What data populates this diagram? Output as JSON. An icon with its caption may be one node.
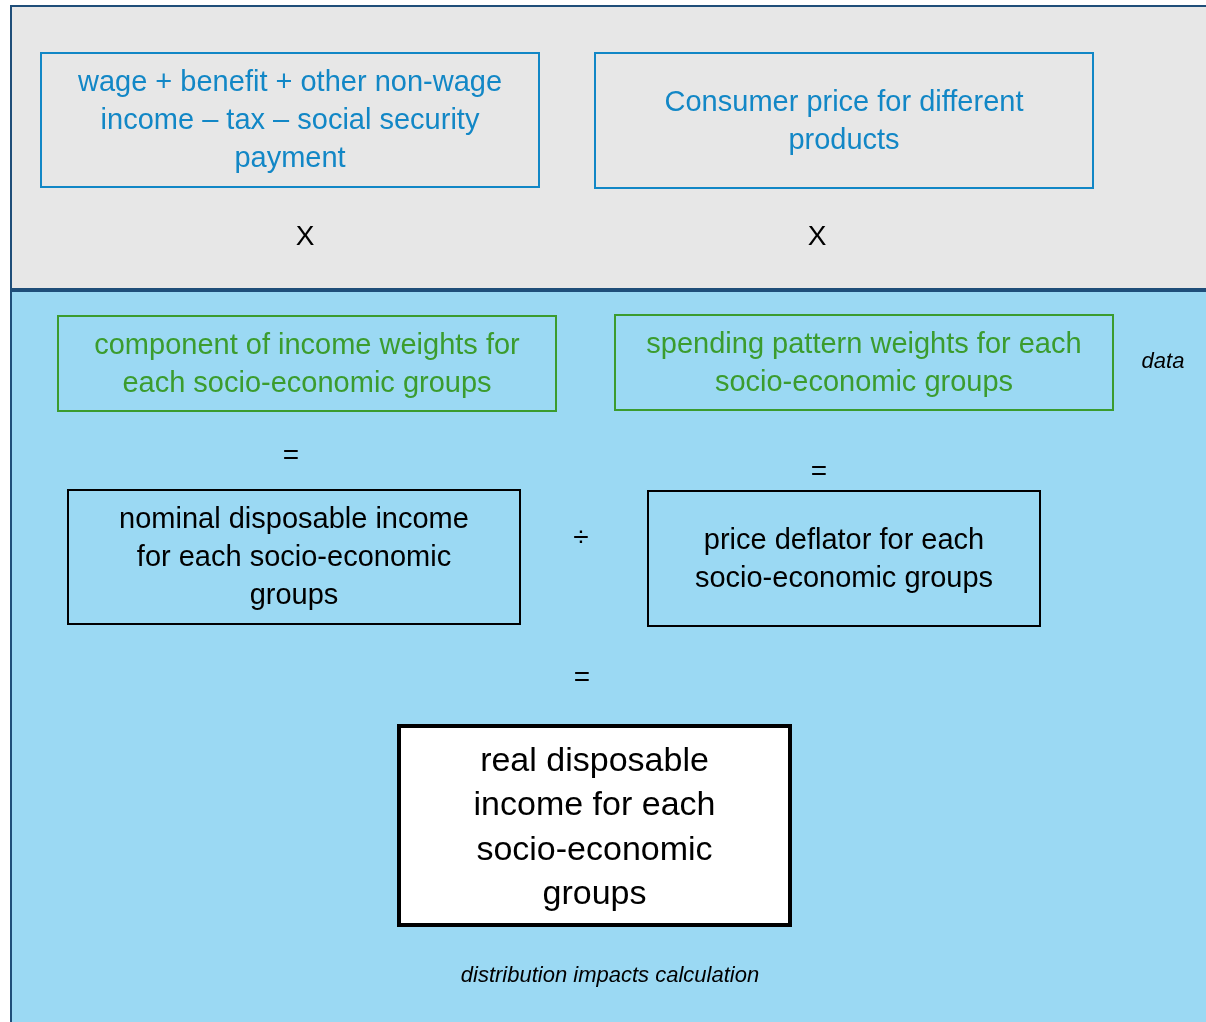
{
  "diagram": {
    "nodes": [
      {
        "text": [],
        "shape": "box"
      },
      {
        "text": [
          "wage + benefit + other non-wage income – tax – social security payment"
        ],
        "in": 0
      },
      {
        "text": [
          "Consumer price for different products"
        ],
        "in": 0
      },
      {
        "text": [
          "distribution impacts calculation"
        ]
      },
      {
        "text": [
          "component of income weights for each socio-economic groups"
        ],
        "in": 3
      },
      {
        "text": [
          "spending pattern weights for each socio-economic groups"
        ],
        "in": 3
      },
      {
        "text": [
          "nominal disposable income for each socio-economic groups"
        ],
        "in": 3
      },
      {
        "text": [
          "price deflator for each socio-economic groups"
        ],
        "in": 3
      },
      {
        "text": [
          "real disposable income for each socio-economic groups"
        ],
        "in": 3
      }
    ],
    "labels": [
      "X",
      "X",
      "data",
      "=",
      "=",
      "÷",
      "="
    ]
  }
}
